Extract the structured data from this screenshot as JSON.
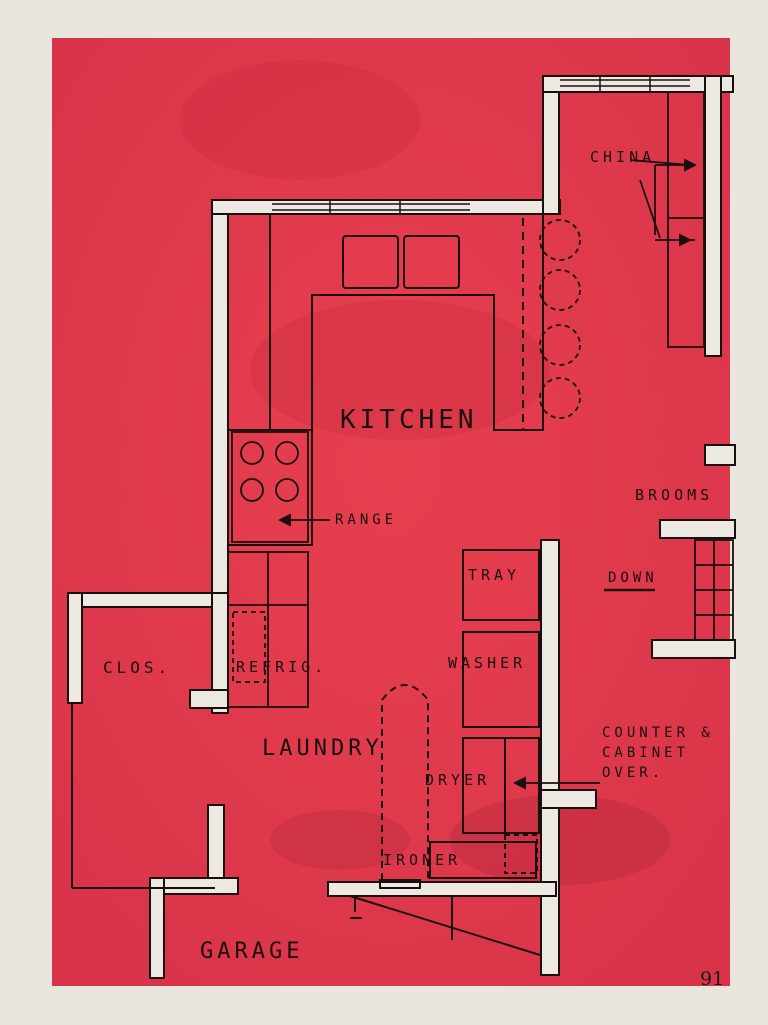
{
  "labels": {
    "china": "CHINA",
    "kitchen": "KITCHEN",
    "brooms": "BROOMS",
    "range": "RANGE",
    "down": "DOWN",
    "tray": "TRAY",
    "washer": "WASHER",
    "clos": "CLOS.",
    "refrig": "REFRIG.",
    "laundry": "LAUNDRY",
    "counter_line1": "COUNTER &",
    "counter_line2": "CABINET",
    "counter_line3": "OVER.",
    "dryer": "DRYER",
    "ironer": "IRONER",
    "garage": "GARAGE"
  },
  "page_number": "91",
  "colors": {
    "paper": "#e9e6df",
    "red_fill": "#e0364a",
    "red_dark": "#c92a3e",
    "wall": "#ece8e2",
    "ink": "#1a0f0f"
  }
}
